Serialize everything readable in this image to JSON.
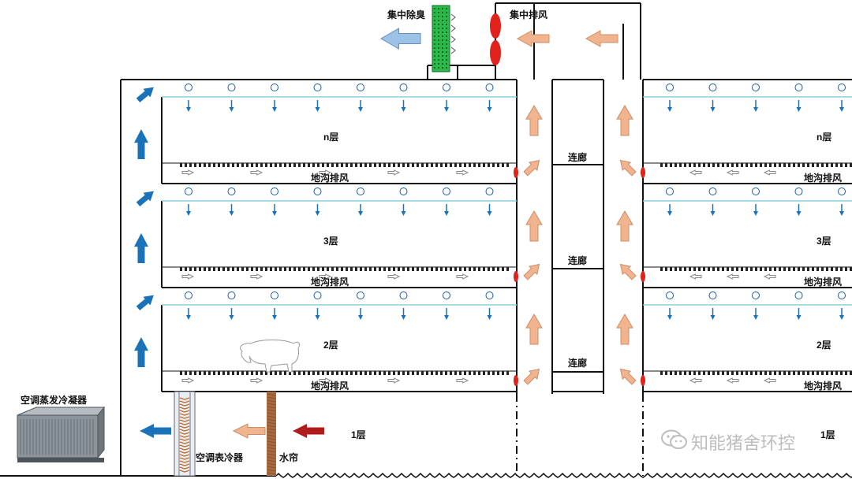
{
  "labels": {
    "central_deodorize": "集中除臭",
    "central_exhaust": "集中排风",
    "corridor": "连廊",
    "floor_n": "n层",
    "floor_3": "3层",
    "floor_2": "2层",
    "floor_1": "1层",
    "trench_exhaust": "地沟排风",
    "ac_condenser": "空调蒸发冷凝器",
    "ac_cooler": "空调表冷器",
    "water_curtain": "水帘"
  },
  "watermark": "知能猪舍环控",
  "colors": {
    "wall": "#111111",
    "blue_arrow": "#1a72b8",
    "orange_arrow": "#f1b48f",
    "orange_arrow_border": "#c98e67",
    "red_arrow": "#b01b1b",
    "light_blue_arrow": "#9cc2e6",
    "exhaust_fan": "#e0221b",
    "deodorize_filter": "#2eb84a",
    "water_curtain": "#a76a3f",
    "ceiling_line": "#8ecfe4"
  }
}
